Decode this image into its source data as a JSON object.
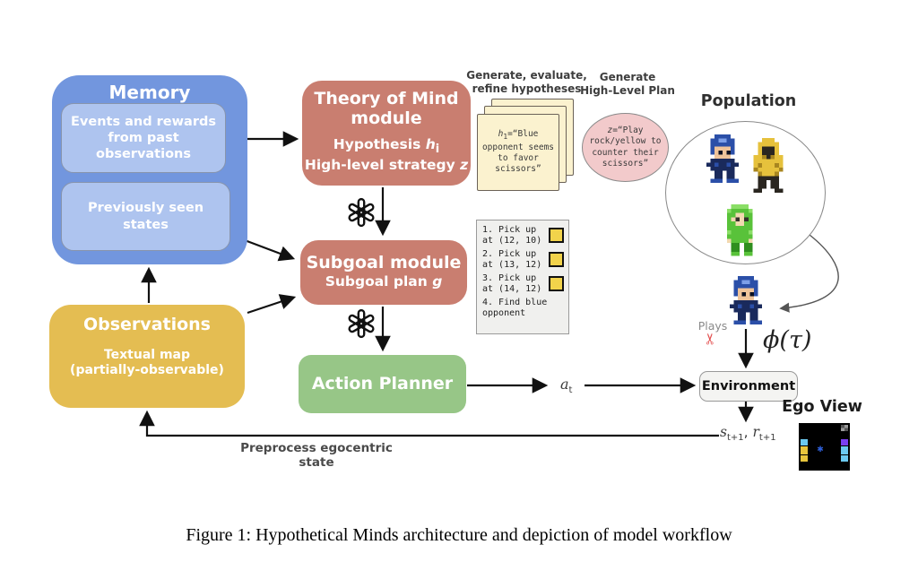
{
  "palette": {
    "memory_blue": "#7296DE",
    "memory_light_blue": "#AEC4EF",
    "module_salmon": "#C97E70",
    "planner_green": "#97C687",
    "observations_gold": "#E4BD52",
    "note_cream": "#FBF2CF",
    "plan_pink": "#F2CACB",
    "checkbox_yellow": "#F2D34B"
  },
  "memory": {
    "title": "Memory",
    "events_box": "Events and rewards from past observations",
    "states_box": "Previously seen states"
  },
  "tom_module": {
    "title": "Theory of Mind\nmodule",
    "hypothesis_label": "Hypothesis ",
    "hypothesis_var": "h",
    "hypothesis_sub": "i",
    "strategy_label": "High-level strategy ",
    "strategy_var": "z"
  },
  "subgoal_module": {
    "title": "Subgoal module",
    "plan_label": "Subgoal plan ",
    "plan_var": "g"
  },
  "action_planner": {
    "title": "Action Planner"
  },
  "observations": {
    "title": "Observations",
    "subtitle": "Textual map\n(partially-observable)"
  },
  "hypotheses_notes": {
    "label": "Generate, evaluate,\nrefine hypotheses",
    "var": "h",
    "sub": "1",
    "text": "=“Blue\nopponent seems\nto favor\nscissors”"
  },
  "plan_bubble": {
    "label": "Generate\nHigh-Level Plan",
    "var": "z",
    "text": "=“Play\nrock/yellow to\ncounter their\nscissors”"
  },
  "subgoal_list": {
    "items": [
      {
        "text": "1. Pick up\nat (12, 10)",
        "checkbox": true
      },
      {
        "text": "2. Pick up\nat (13, 12)",
        "checkbox": true
      },
      {
        "text": "3. Pick up\nat (14, 12)",
        "checkbox": true
      },
      {
        "text": "4. Find blue\nopponent",
        "checkbox": false
      }
    ]
  },
  "llm_icon": "openai-logo",
  "population": {
    "title": "Population",
    "agents": [
      "blue-knight",
      "yellow-rogue",
      "green-villager"
    ],
    "focal_agent": "blue-knight"
  },
  "plays": {
    "label": "Plays",
    "icon": "scissors"
  },
  "math": {
    "action_var": "a",
    "action_sub": "t",
    "phi": "ϕ(τ)",
    "state_var": "s",
    "state_sub": "t+1",
    "comma": ", ",
    "reward_var": "r",
    "reward_sub": "t+1"
  },
  "environment": {
    "label": "Environment"
  },
  "ego_view": {
    "title": "Ego View",
    "grid": [
      [
        "k",
        "k",
        "k",
        "k",
        "k",
        "gr"
      ],
      [
        "k",
        "k",
        "k",
        "k",
        "k",
        "k"
      ],
      [
        "c",
        "k",
        "k",
        "k",
        "k",
        "p"
      ],
      [
        "y",
        "k",
        "st",
        "k",
        "k",
        "c"
      ],
      [
        "y",
        "k",
        "k",
        "k",
        "k",
        "c"
      ],
      [
        "k",
        "k",
        "k",
        "k",
        "k",
        "k"
      ]
    ],
    "legend": {
      "k": "#000000",
      "c": "#6CC9F0",
      "y": "#E8C53C",
      "p": "#7B3FF2",
      "gr": "#8A8A8A",
      "st": "#2E5FD8"
    },
    "star_glyph": "✱"
  },
  "feedback": {
    "label": "Preprocess egocentric state"
  },
  "caption": "Figure 1: Hypothetical Minds architecture and depiction of model workflow"
}
